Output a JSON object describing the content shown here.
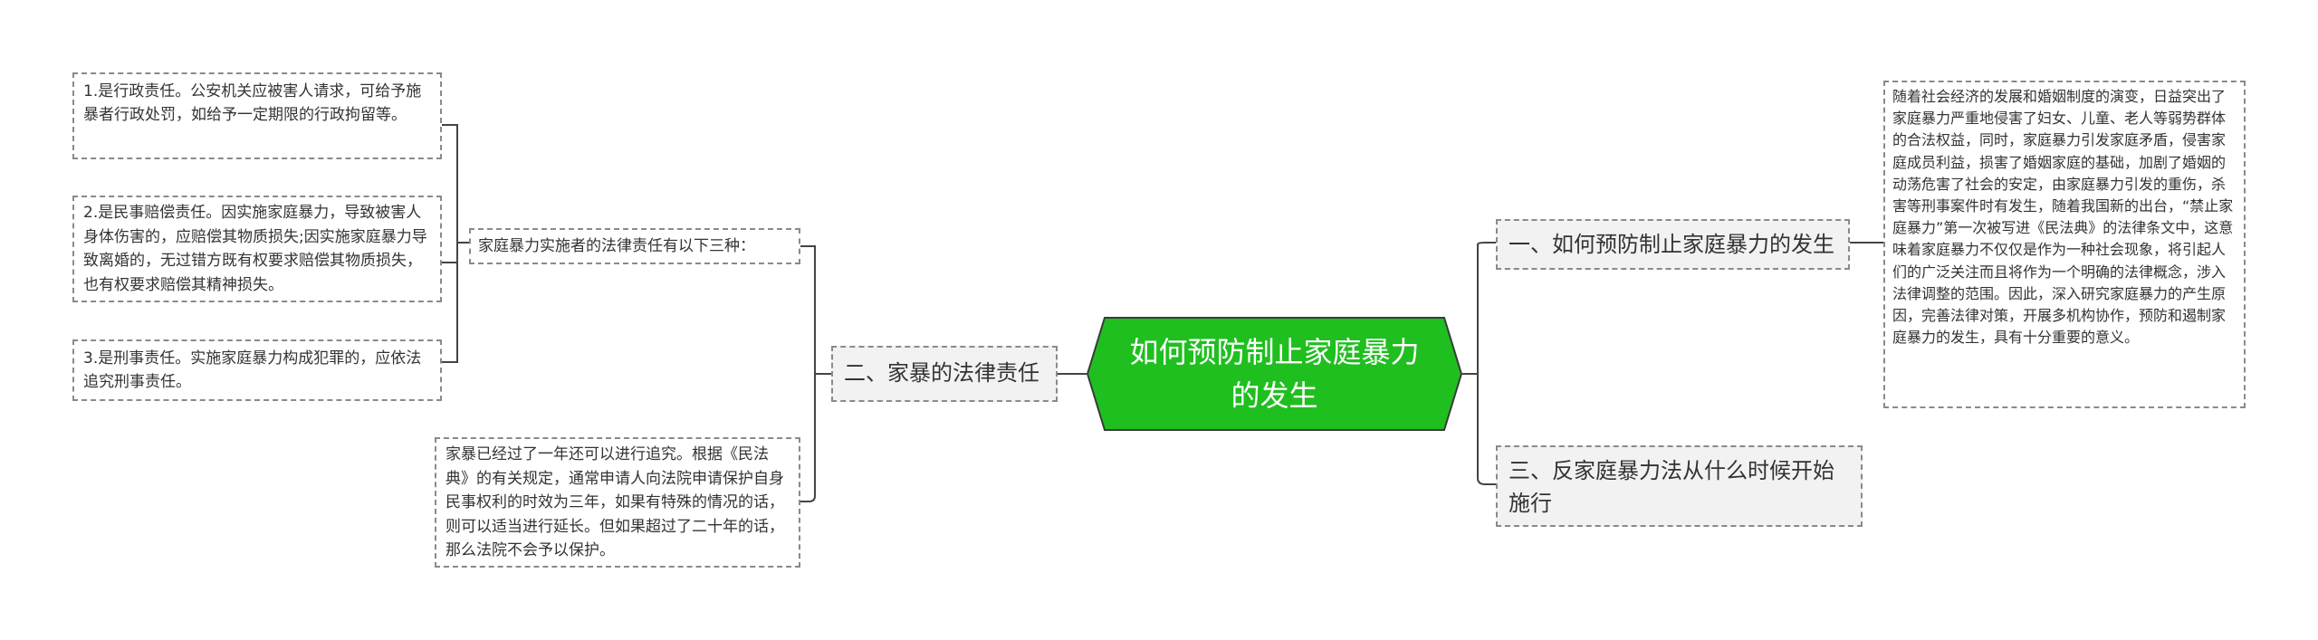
{
  "center": {
    "label": "如何预防制止家庭暴力的发生"
  },
  "right": [
    {
      "label": "一、如何预防制止家庭暴力的发生",
      "note": "随着社会经济的发展和婚姻制度的演变，日益突出了家庭暴力严重地侵害了妇女、儿童、老人等弱势群体的合法权益，同时，家庭暴力引发家庭矛盾，侵害家庭成员利益，损害了婚姻家庭的基础，加剧了婚姻的动荡危害了社会的安定，由家庭暴力引发的重伤，杀害等刑事案件时有发生，随着我国新的出台，“禁止家庭暴力”第一次被写进《民法典》的法律条文中，这意味着家庭暴力不仅仅是作为一种社会现象，将引起人们的广泛关注而且将作为一个明确的法律概念，涉入法律调整的范围。因此，深入研究家庭暴力的产生原因，完善法律对策，开展多机构协作，预防和遏制家庭暴力的发生，具有十分重要的意义。"
    },
    {
      "label": "三、反家庭暴力法从什么时候开始施行"
    }
  ],
  "left": {
    "label": "二、家暴的法律责任",
    "sub": {
      "label": "家庭暴力实施者的法律责任有以下三种：",
      "items": [
        "1.是行政责任。公安机关应被害人请求，可给予施暴者行政处罚，如给予一定期限的行政拘留等。",
        "2.是民事赔偿责任。因实施家庭暴力，导致被害人身体伤害的，应赔偿其物质损失;因实施家庭暴力导致离婚的，无过错方既有权要求赔偿其物质损失，也有权要求赔偿其精神损失。",
        "3.是刑事责任。实施家庭暴力构成犯罪的，应依法追究刑事责任。"
      ]
    },
    "note": "家暴已经过了一年还可以进行追究。根据《民法典》的有关规定，通常申请人向法院申请保护自身民事权利的时效为三年，如果有特殊的情况的话，则可以适当进行延长。但如果超过了二十年的话，那么法院不会予以保护。"
  },
  "colors": {
    "center_fill": "#1fbf1f",
    "center_border": "#3a3a3a",
    "line": "#444444",
    "dash": "#8a8a8a",
    "branch_fill": "#f2f2f2"
  }
}
